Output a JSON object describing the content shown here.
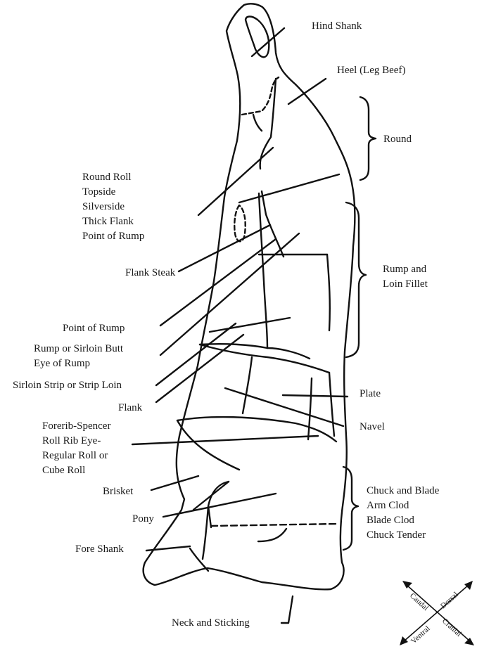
{
  "labels": {
    "hind_shank": "Hind Shank",
    "heel": "Heel (Leg Beef)",
    "round": "Round",
    "round_roll_group": [
      "Round Roll",
      "Topside",
      "Silverside",
      "Thick Flank",
      "Point of Rump"
    ],
    "flank_steak": "Flank Steak",
    "rump_loin": [
      "Rump and",
      "Loin Fillet"
    ],
    "point_of_rump": "Point of Rump",
    "rump_sirloin_butt": [
      "Rump or Sirloin Butt",
      "Eye of Rump"
    ],
    "strip_loin": "Sirloin Strip or Strip Loin",
    "plate": "Plate",
    "flank": "Flank",
    "navel": "Navel",
    "forerib_group": [
      "Forerib-Spencer",
      "Roll Rib Eye-",
      "Regular Roll or",
      "Cube Roll"
    ],
    "chuck_group": [
      "Chuck and Blade",
      "Arm Clod",
      "Blade Clod",
      "Chuck Tender"
    ],
    "brisket": "Brisket",
    "pony": "Pony",
    "fore_shank": "Fore Shank",
    "neck_sticking": "Neck and Sticking"
  },
  "compass": {
    "caudal": "Caudal",
    "dorsal": "Dorsal",
    "cranial": "Cranial",
    "ventral": "Ventral"
  },
  "colors": {
    "line": "#111111",
    "background": "#ffffff"
  }
}
